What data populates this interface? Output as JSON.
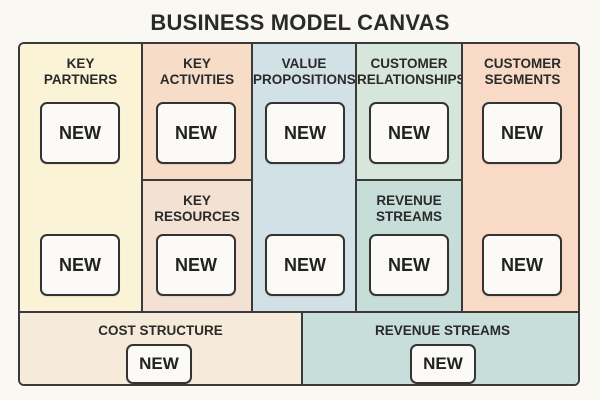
{
  "title": "BUSINESS MODEL CANVAS",
  "new_label": "NEW",
  "colors": {
    "key_partners": "#fbf3d6",
    "key_activities": "#f7ddc8",
    "key_resources": "#f3e2d3",
    "value_propositions": "#d2e1e6",
    "customer_relationships": "#d6e6da",
    "revenue_streams_upper": "#c7ded8",
    "customer_segments": "#f8dac6",
    "cost_structure": "#f6ebda",
    "revenue_streams_bottom": "#c8dedb",
    "border": "#3a3a3a"
  },
  "sections": {
    "key_partners": "KEY\nPARTNERS",
    "key_activities": "KEY\nACTIVITIES",
    "key_resources": "KEY\nRESOURCES",
    "value_propositions": "VALUE\nPROPOSITIONS",
    "customer_relationships": "CUSTOMER\nRELATIONSHIPS",
    "revenue_streams_upper": "REVENUE\nSTREAMS",
    "customer_segments": "CUSTOMER\nSEGMENTS",
    "cost_structure": "COST STRUCTURE",
    "revenue_streams_bottom": "REVENUE STREAMS"
  }
}
